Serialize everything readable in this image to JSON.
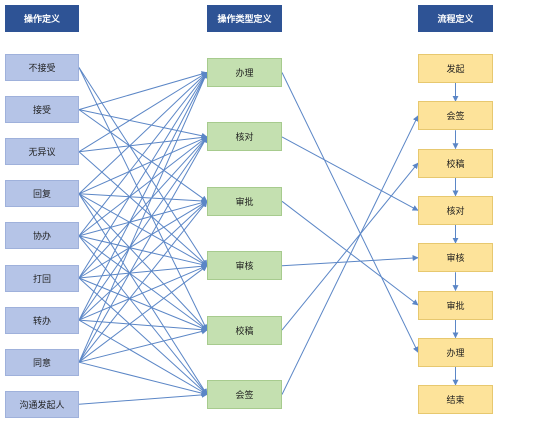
{
  "headers": {
    "operations": "操作定义",
    "types": "操作类型定义",
    "flow": "流程定义"
  },
  "operations": [
    "不接受",
    "接受",
    "无异议",
    "回复",
    "协办",
    "打回",
    "转办",
    "同意",
    "沟通发起人"
  ],
  "types": [
    "办理",
    "核对",
    "审批",
    "审核",
    "校稿",
    "会签"
  ],
  "flow": [
    "发起",
    "会签",
    "校稿",
    "核对",
    "审核",
    "审批",
    "办理",
    "结束"
  ],
  "colors": {
    "header": "#2e5395",
    "operation": "#b5c4e7",
    "type": "#c4e0b0",
    "flow": "#fde39a",
    "link": "#5b86c6"
  },
  "op_type_links": [
    [
      0,
      3
    ],
    [
      0,
      4
    ],
    [
      1,
      0
    ],
    [
      1,
      1
    ],
    [
      1,
      2
    ],
    [
      2,
      0
    ],
    [
      2,
      1
    ],
    [
      2,
      3
    ],
    [
      3,
      0
    ],
    [
      3,
      1
    ],
    [
      3,
      2
    ],
    [
      3,
      3
    ],
    [
      3,
      4
    ],
    [
      3,
      5
    ],
    [
      4,
      0
    ],
    [
      4,
      1
    ],
    [
      4,
      2
    ],
    [
      4,
      3
    ],
    [
      4,
      4
    ],
    [
      4,
      5
    ],
    [
      5,
      0
    ],
    [
      5,
      1
    ],
    [
      5,
      2
    ],
    [
      5,
      3
    ],
    [
      5,
      4
    ],
    [
      5,
      5
    ],
    [
      6,
      0
    ],
    [
      6,
      1
    ],
    [
      6,
      2
    ],
    [
      6,
      3
    ],
    [
      6,
      4
    ],
    [
      6,
      5
    ],
    [
      7,
      0
    ],
    [
      7,
      1
    ],
    [
      7,
      2
    ],
    [
      7,
      3
    ],
    [
      7,
      4
    ],
    [
      7,
      5
    ],
    [
      8,
      5
    ]
  ],
  "type_flow_links": [
    [
      0,
      6
    ],
    [
      1,
      3
    ],
    [
      2,
      5
    ],
    [
      3,
      4
    ],
    [
      4,
      2
    ],
    [
      5,
      1
    ]
  ]
}
